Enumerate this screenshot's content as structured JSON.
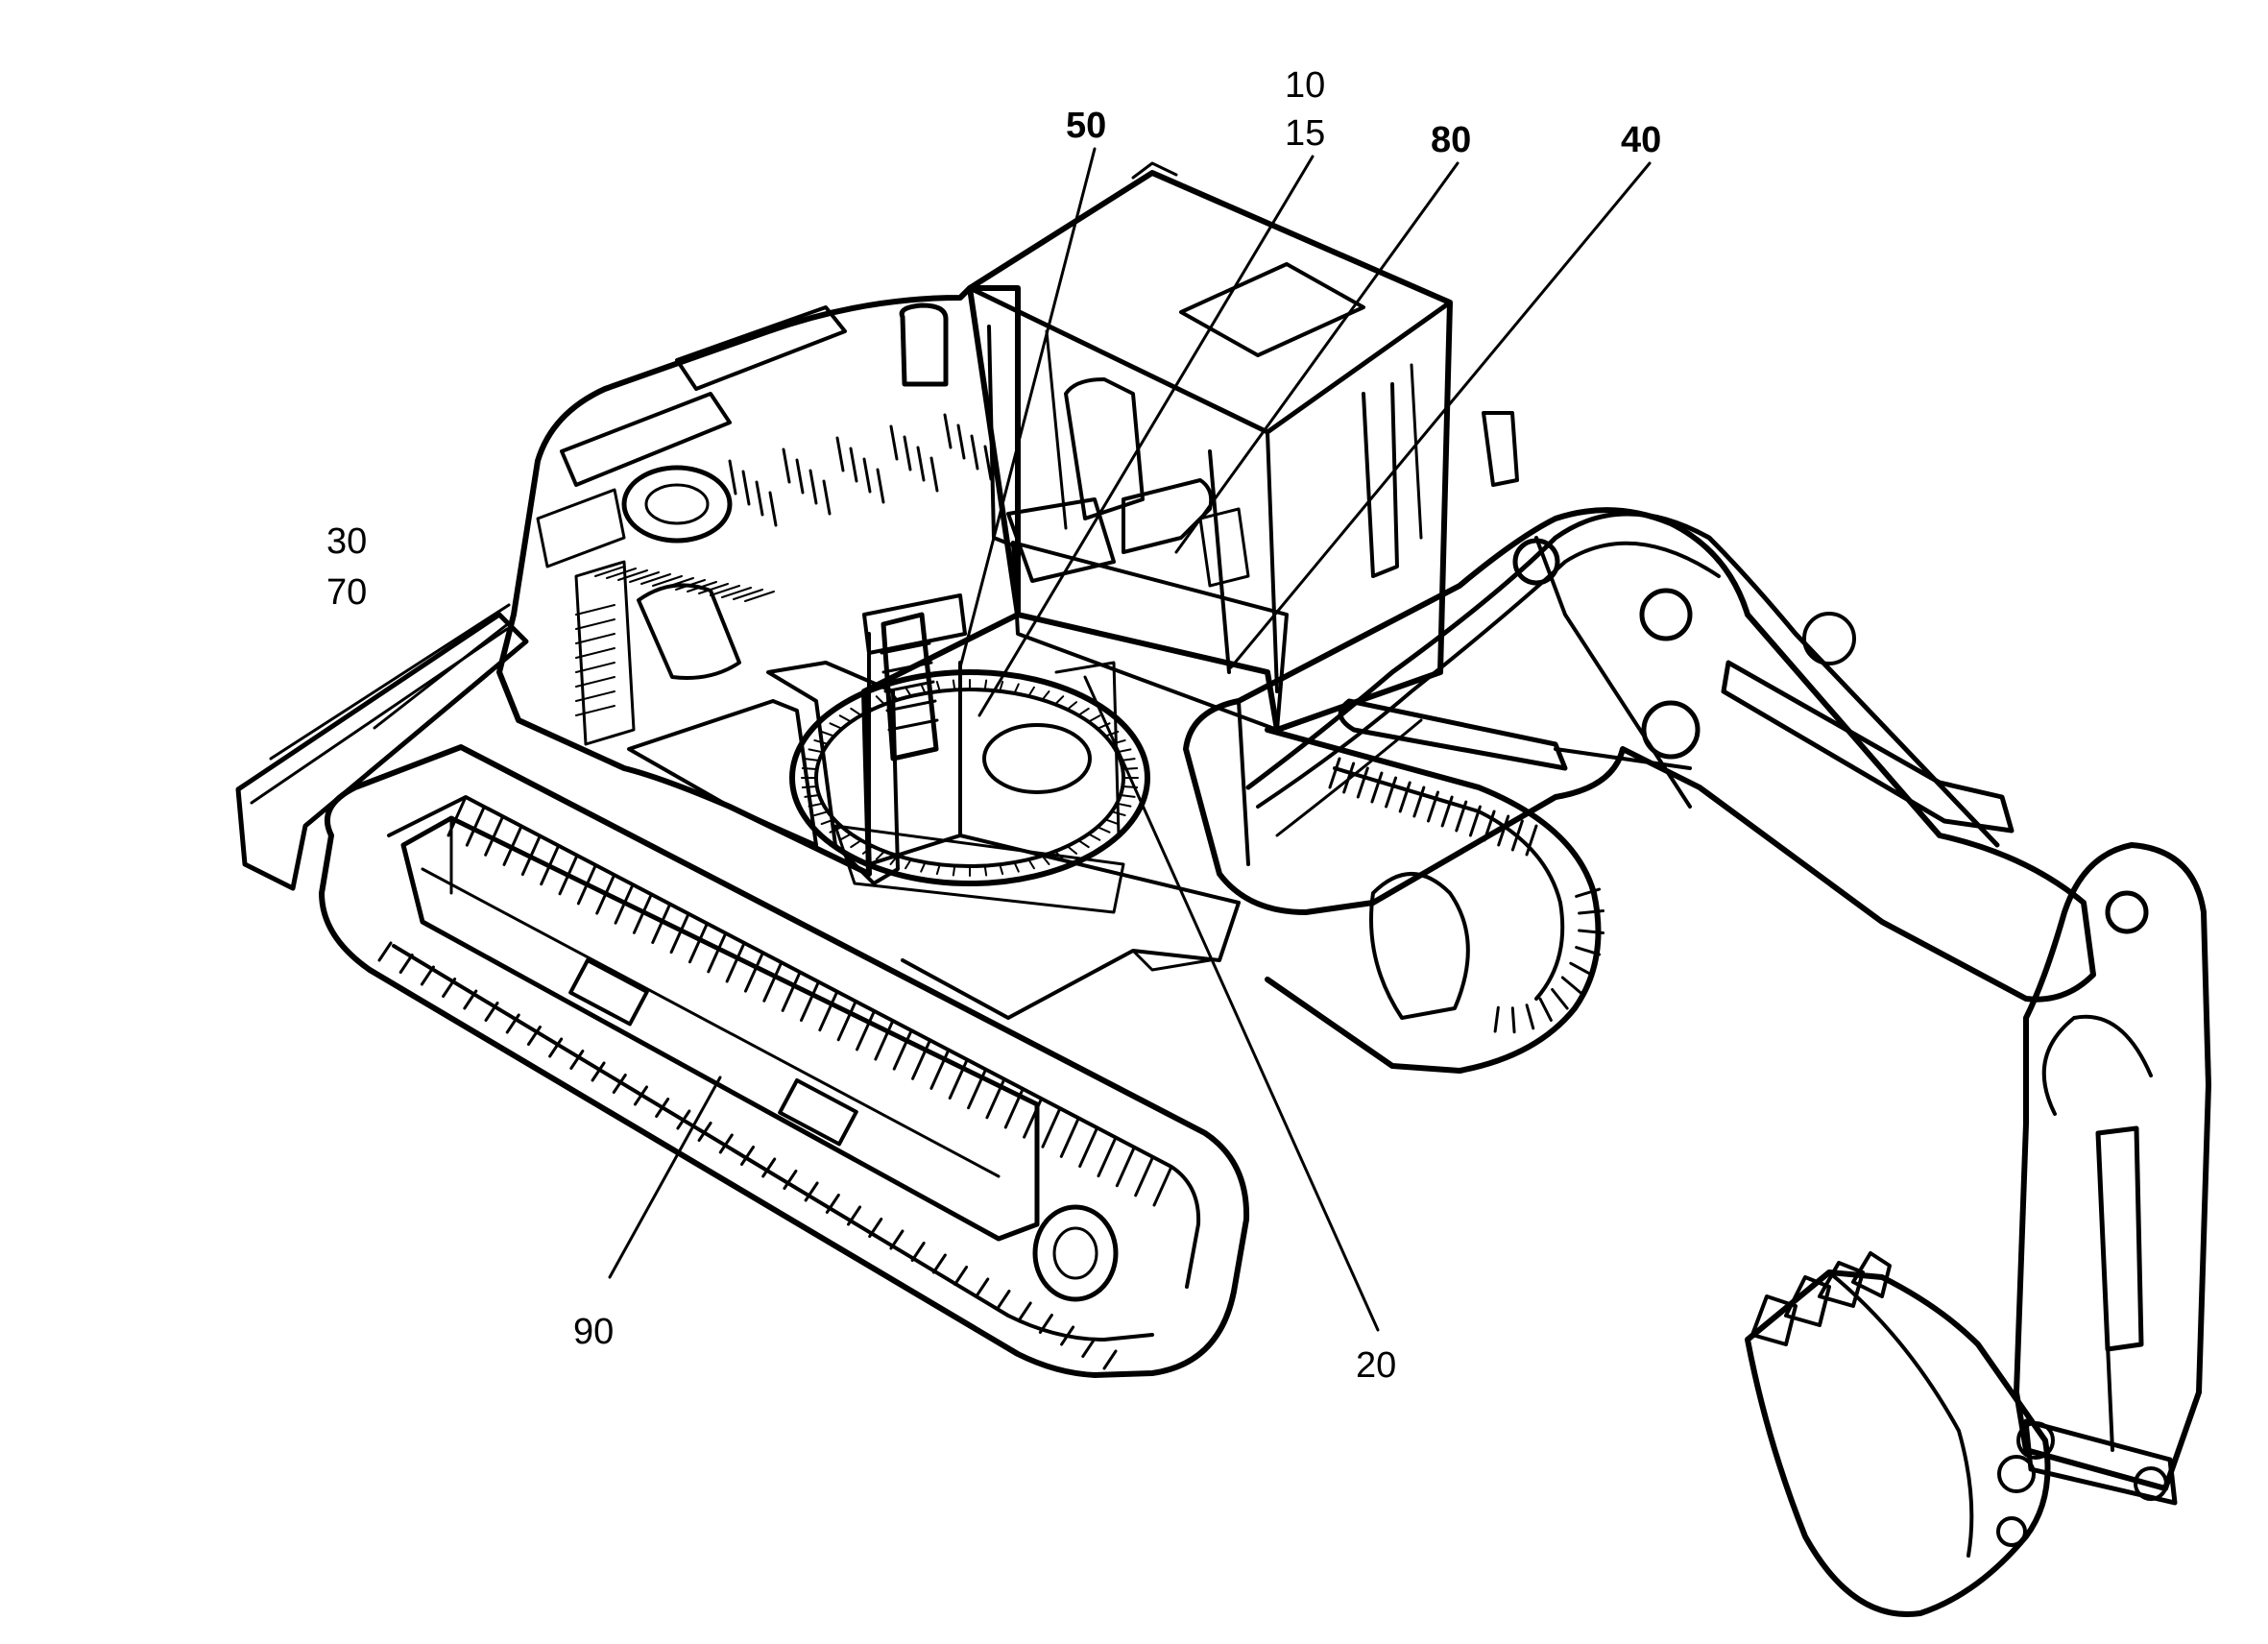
{
  "callouts": {
    "c10": "10",
    "c15": "15",
    "c50": "50",
    "c80": "80",
    "c40": "40",
    "c30": "30",
    "c70": "70",
    "c90": "90",
    "c20": "20"
  },
  "colors": {
    "ink": "#000000",
    "paper": "#ffffff"
  }
}
